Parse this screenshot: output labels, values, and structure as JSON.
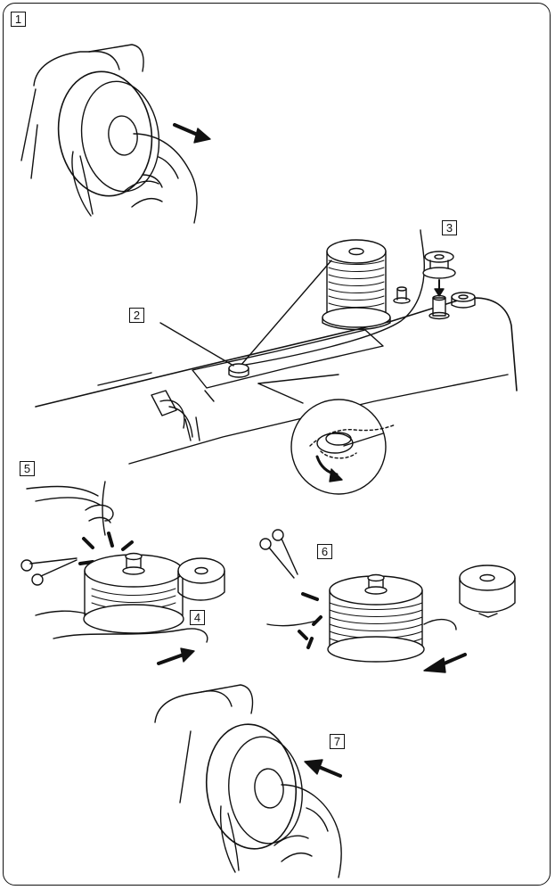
{
  "steps": {
    "s1": "1",
    "s2": "2",
    "s3": "3",
    "s4": "4",
    "s5": "5",
    "s6": "6",
    "s7": "7"
  },
  "colors": {
    "ink": "#111111",
    "paper": "#ffffff"
  }
}
